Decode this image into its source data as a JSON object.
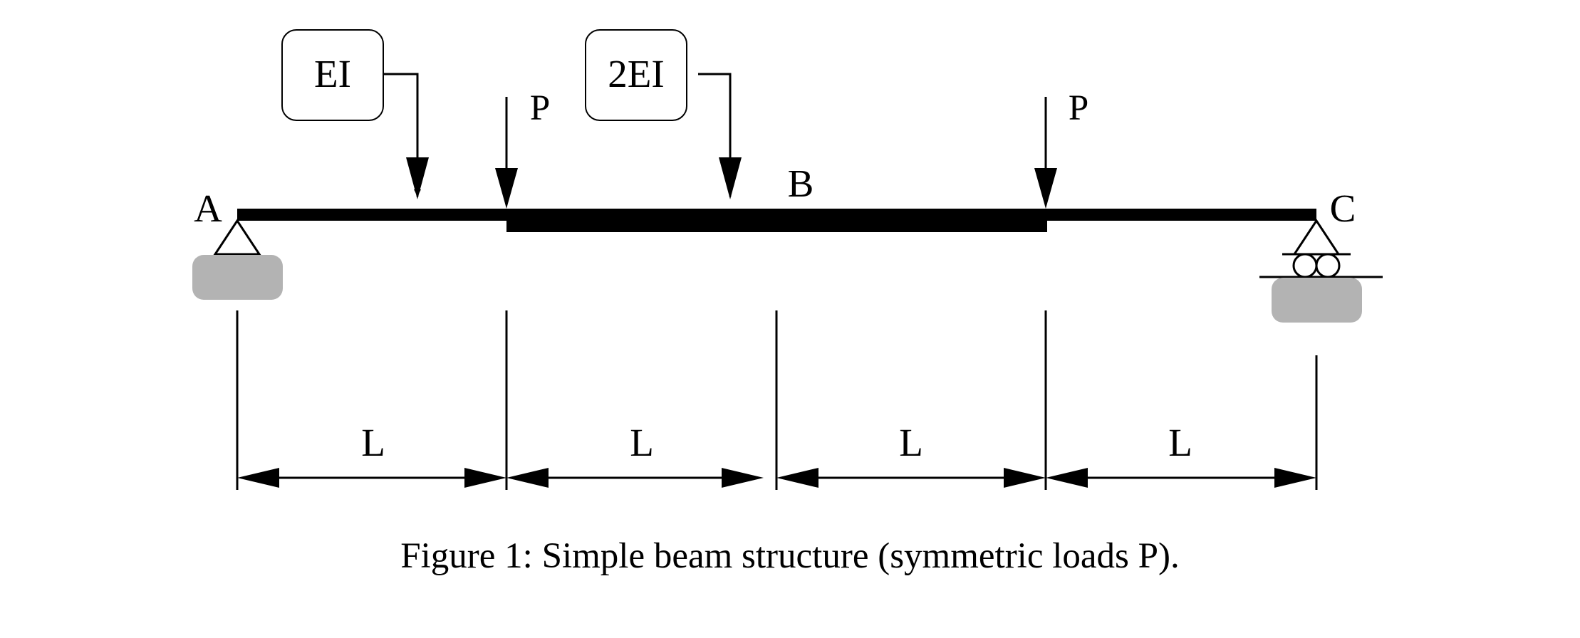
{
  "diagram": {
    "points": {
      "a": "A",
      "b": "B",
      "c": "C"
    },
    "stiffness": {
      "outer": "EI",
      "middle": "2EI"
    },
    "loads": {
      "left": "P",
      "right": "P"
    },
    "spans": [
      "L",
      "L",
      "L",
      "L"
    ],
    "caption": "Figure 1: Simple beam structure (symmetric loads P).",
    "colors": {
      "ink": "#000000",
      "ground": "#b3b3b3"
    }
  }
}
